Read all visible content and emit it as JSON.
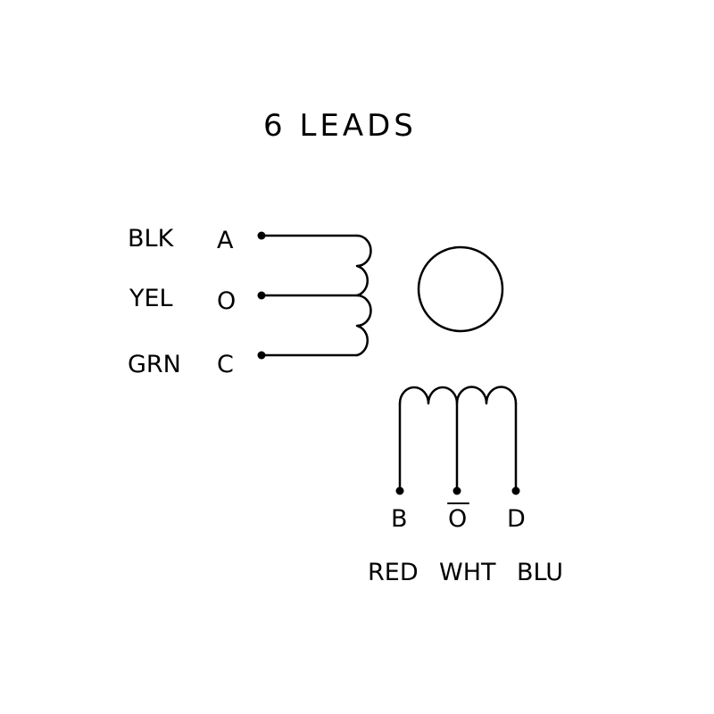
{
  "title": "6 LEADS",
  "left_leads": [
    {
      "wire": "BLK",
      "terminal": "A"
    },
    {
      "wire": "YEL",
      "terminal": "O"
    },
    {
      "wire": "GRN",
      "terminal": "C"
    }
  ],
  "bottom_leads": [
    {
      "terminal": "B",
      "wire": "RED"
    },
    {
      "terminal": "O",
      "wire": "WHT",
      "overline": true
    },
    {
      "terminal": "D",
      "wire": "BLU"
    }
  ],
  "colors": {
    "ink": "#000000",
    "background": "#ffffff"
  }
}
